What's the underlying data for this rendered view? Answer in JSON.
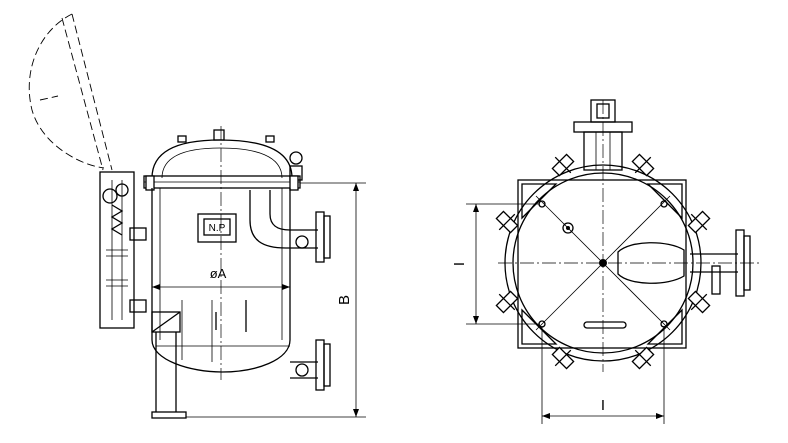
{
  "labels": {
    "nameplate": "N.P",
    "diameter": "øA",
    "height": "B",
    "width_vertical": "I",
    "width_horizontal": "I"
  }
}
